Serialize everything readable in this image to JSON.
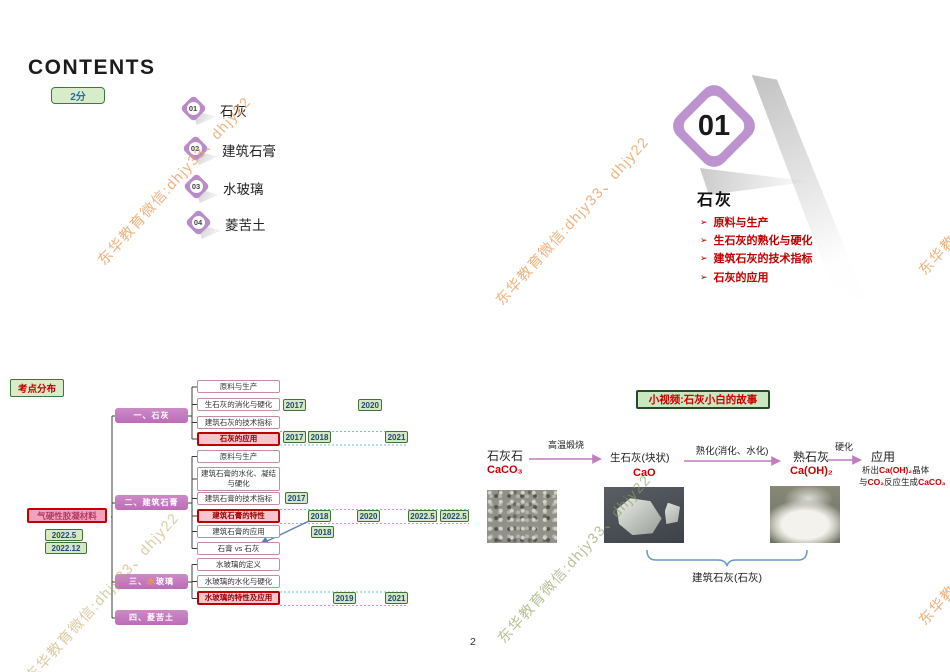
{
  "page_number": "2",
  "watermark": {
    "text": "东华教育微信:dhjy33、dhjy22"
  },
  "contents": {
    "title": "CONTENTS",
    "score_badge": "2分",
    "items": [
      {
        "num": "01",
        "label": "石灰"
      },
      {
        "num": "02",
        "label": "建筑石膏"
      },
      {
        "num": "03",
        "label": "水玻璃"
      },
      {
        "num": "04",
        "label": "菱苦土"
      }
    ]
  },
  "section": {
    "number": "01",
    "title": "石灰",
    "marker": "➢",
    "bullets": [
      "原料与生产",
      "生石灰的熟化与硬化",
      "建筑石灰的技术指标",
      "石灰的应用"
    ]
  },
  "mindmap": {
    "header": "考点分布",
    "root": "气硬性胶凝材料",
    "root_years": [
      "2022.5",
      "2022.12"
    ],
    "branches": [
      {
        "label": "一、石灰"
      },
      {
        "label": "二、建筑石膏"
      },
      {
        "label_pre": "三、",
        "label_hl": "水",
        "label_post": "玻璃"
      },
      {
        "label": "四、菱苦土"
      }
    ],
    "leaves": [
      "原料与生产",
      "生石灰的消化与硬化",
      "建筑石灰的技术指标",
      "石灰的应用",
      "原料与生产",
      "建筑石膏的水化、凝结与硬化",
      "建筑石膏的技术指标",
      "建筑石膏的特性",
      "建筑石膏的应用",
      "石膏 vs 石灰",
      "水玻璃的定义",
      "水玻璃的水化与硬化",
      "水玻璃的特性及应用"
    ],
    "year_badges": [
      "2017",
      "2020",
      "2017",
      "2018",
      "2021",
      "2017",
      "2018",
      "2020",
      "2022.5",
      "2022.5",
      "2018",
      "2019",
      "2021"
    ]
  },
  "video_note": {
    "header": "小视频:石灰小白的故事"
  },
  "flow": {
    "steps": [
      {
        "name": "石灰石",
        "formula": "CaCO₃"
      },
      {
        "name": "生石灰(块状)",
        "formula": "CaO"
      },
      {
        "name": "熟石灰",
        "formula": "Ca(OH)₂"
      },
      {
        "name": "应用"
      }
    ],
    "arrows": [
      "高温煅烧",
      "熟化(消化、水化)",
      "硬化"
    ],
    "note_line1": {
      "t1": "析出",
      "t2": "Ca(OH)₂",
      "t3": "晶体"
    },
    "note_line2": {
      "t1": "与",
      "t2": "CO₂",
      "t3": "反应生成",
      "t4": "CaCO₃"
    },
    "bracket_label": "建筑石灰(石灰)"
  },
  "colors": {
    "accent_purple": "#bd93cf",
    "branch_purple": "#bd6cb8",
    "highlight_red": "#bf0000",
    "badge_green_bg": "#d5e8c4",
    "badge_green_border": "#44703c",
    "badge_text_blue": "#1f4977",
    "dotted_cyan": "#62c8d8",
    "arrow_purple": "#bf7fbf",
    "bracket_blue": "#6a9ac8",
    "watermark_orange": "#eaa467",
    "watermark_green": "#8fa05f"
  }
}
